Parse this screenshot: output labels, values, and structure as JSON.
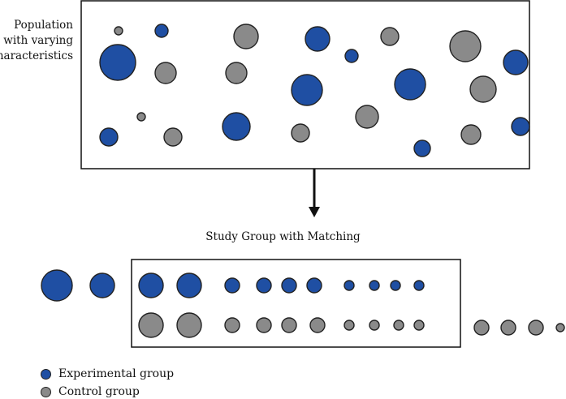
{
  "colors": {
    "experimental": "#1f4fa3",
    "control": "#8a8a8a",
    "outline": "#222222"
  },
  "population_label": "Population\nwith varying\ncharacteristics",
  "study_label": "Study Group with Matching",
  "legend": [
    {
      "label": "Experimental group",
      "group": "experimental"
    },
    {
      "label": "Control group",
      "group": "control"
    }
  ]
}
